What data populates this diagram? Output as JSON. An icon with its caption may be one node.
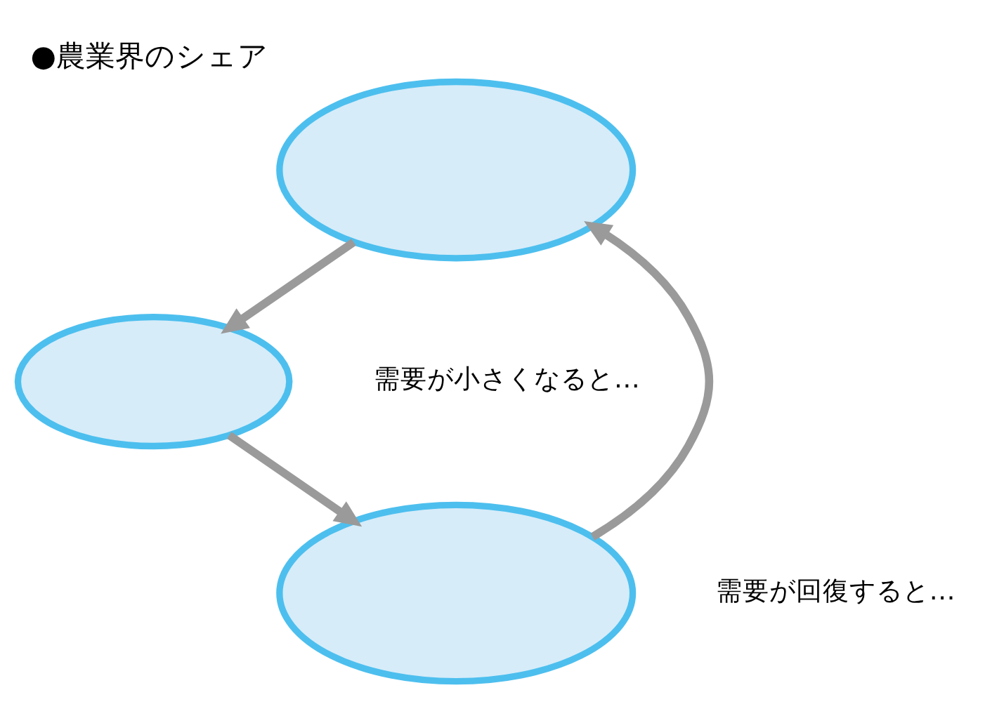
{
  "diagram": {
    "title": "●農業界のシェア",
    "nodes": [
      {
        "text": [],
        "shape": "ellipse"
      },
      {
        "text": [],
        "shape": "ellipse"
      },
      {
        "text": [],
        "shape": "ellipse"
      }
    ],
    "edges": [
      {
        "from": 0,
        "to": 1,
        "arrow": "to"
      },
      {
        "from": 1,
        "to": 2,
        "arrow": "to"
      },
      {
        "from": 2,
        "to": 0,
        "arrow": "to"
      }
    ],
    "labels": [
      "需要が小さくなると…",
      "需要が回復すると…"
    ]
  }
}
